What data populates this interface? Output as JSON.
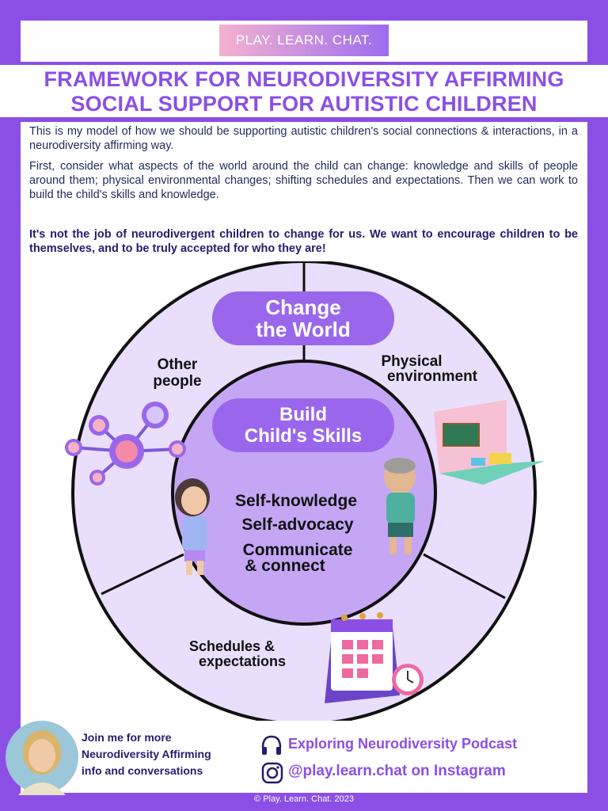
{
  "brand": "PLAY. LEARN. CHAT.",
  "title_line1": "FRAMEWORK FOR NEURODIVERSITY AFFIRMING",
  "title_line2": "SOCIAL SUPPORT FOR AUTISTIC CHILDREN",
  "intro_p1": "This is my model of how we should be supporting autistic children's social connections & interactions, in a neurodiversity affirming way.",
  "intro_p2": "First, consider what aspects of the world around the child can change: knowledge and skills of people around them; physical environmental changes; shifting schedules and expectations. Then we can work to build the child's skills and knowledge.",
  "intro_p3": "It's not the job of neurodivergent children to change for us. We want to encourage children to be themselves, and to be truly accepted for who they are!",
  "outer_label_l1": "Change",
  "outer_label_l2": "the World",
  "inner_label_l1": "Build",
  "inner_label_l2": "Child's Skills",
  "seg_other_l1": "Other",
  "seg_other_l2": "people",
  "seg_phys_l1": "Physical",
  "seg_phys_l2": "environment",
  "seg_sched_l1": "Schedules &",
  "seg_sched_l2": "expectations",
  "skill_1": "Self-knowledge",
  "skill_2": "Self-advocacy",
  "skill_3a": "Communicate",
  "skill_3b": "& connect",
  "join_l1": "Join me for more",
  "join_l2": "Neurodiversity Affirming",
  "join_l3": "info and conversations",
  "podcast": "Exploring Neurodiversity Podcast",
  "instagram": "@play.learn.chat on Instagram",
  "copyright": "© Play. Learn. Chat. 2023",
  "colors": {
    "purple": "#8b4fe6",
    "navy": "#1f2a5a",
    "ring_light": "#e9defc",
    "inner": "#c4a6f5"
  }
}
